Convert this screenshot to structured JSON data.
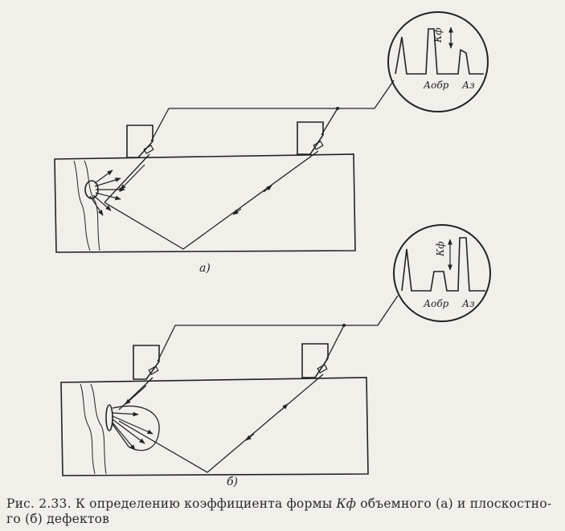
{
  "figure": {
    "caption_line1": "Рис. 2.33. К определению коэффициента формы",
    "caption_symbol": "Кф",
    "caption_line1_rest": " объемного (а) и плоскостно-",
    "caption_line2": "го (б) дефектов"
  },
  "panel_a": {
    "label": "а)",
    "scope_k_label": "Кф",
    "scope_echo_label": "Аобр",
    "scope_bottom_label": "Аз"
  },
  "panel_b": {
    "label": "б)",
    "scope_k_label": "Кф",
    "scope_echo_label": "Аобр",
    "scope_bottom_label": "Аз"
  }
}
